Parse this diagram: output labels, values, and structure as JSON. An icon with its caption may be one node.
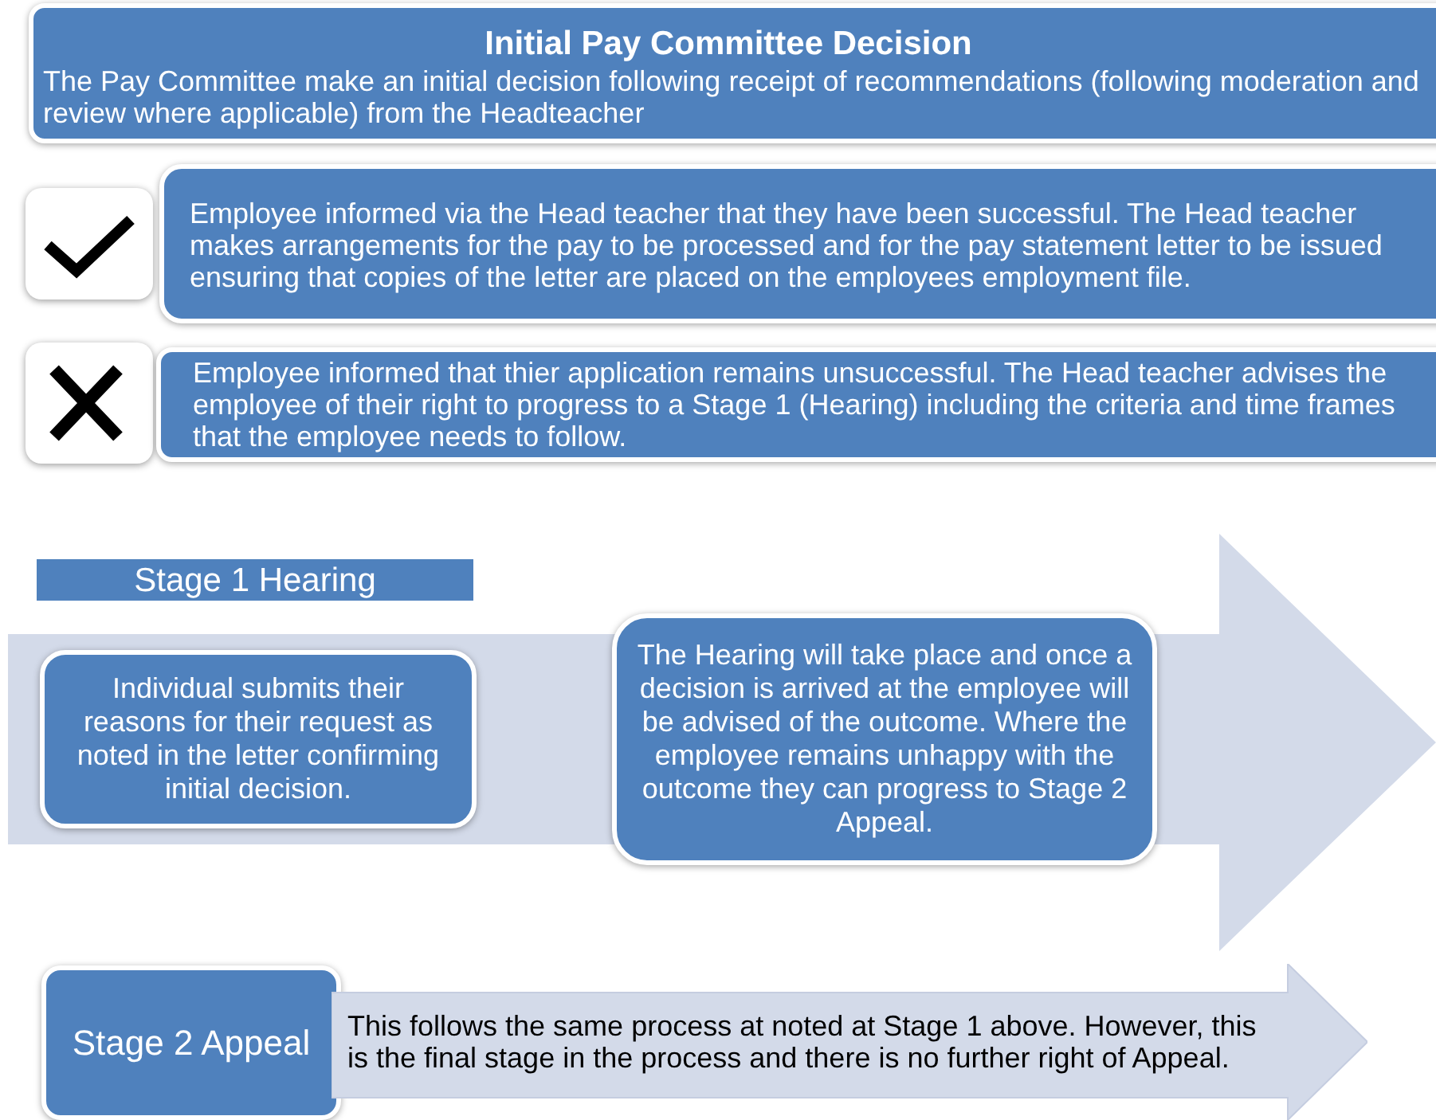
{
  "diagram": {
    "nodes": [
      {
        "text": [
          "Initial Pay Committee Decision",
          "The Pay Committee make an initial decision following receipt of recommendations (following moderation and review where applicable) from the Headteacher"
        ]
      },
      {
        "text": [],
        "shape": "box"
      },
      {
        "text": [
          "Employee informed via the Head teacher that they have been successful.  The Head teacher makes arrangements for the pay to be processed and for the pay statement letter to be issued ensuring that copies of the letter are placed on the employees employment file."
        ]
      },
      {
        "text": [],
        "shape": "box"
      },
      {
        "text": [
          "Employee informed that thier application remains unsuccessful.  The Head teacher advises the employee of their right to progress to a Stage 1 (Hearing) including the criteria and time frames that the employee needs to follow."
        ]
      },
      {
        "text": [
          "Stage 1 Hearing"
        ]
      },
      {
        "text": [],
        "shape": "arrow"
      },
      {
        "text": [
          "Individual submits their reasons for their request as noted in the letter confirming initial decision."
        ],
        "in": 6
      },
      {
        "text": [
          "The Hearing will take place and once a decision is arrived at the employee will be advised of the outcome. Where the employee remains unhappy with the outcome they can progress to Stage 2 Appeal."
        ],
        "in": 6
      },
      {
        "text": [
          "Stage 2 Appeal"
        ]
      },
      {
        "text": [
          "This follows the same process at noted at Stage 1 above. However, this is the final stage in the process and there is no further right of Appeal."
        ]
      }
    ]
  }
}
